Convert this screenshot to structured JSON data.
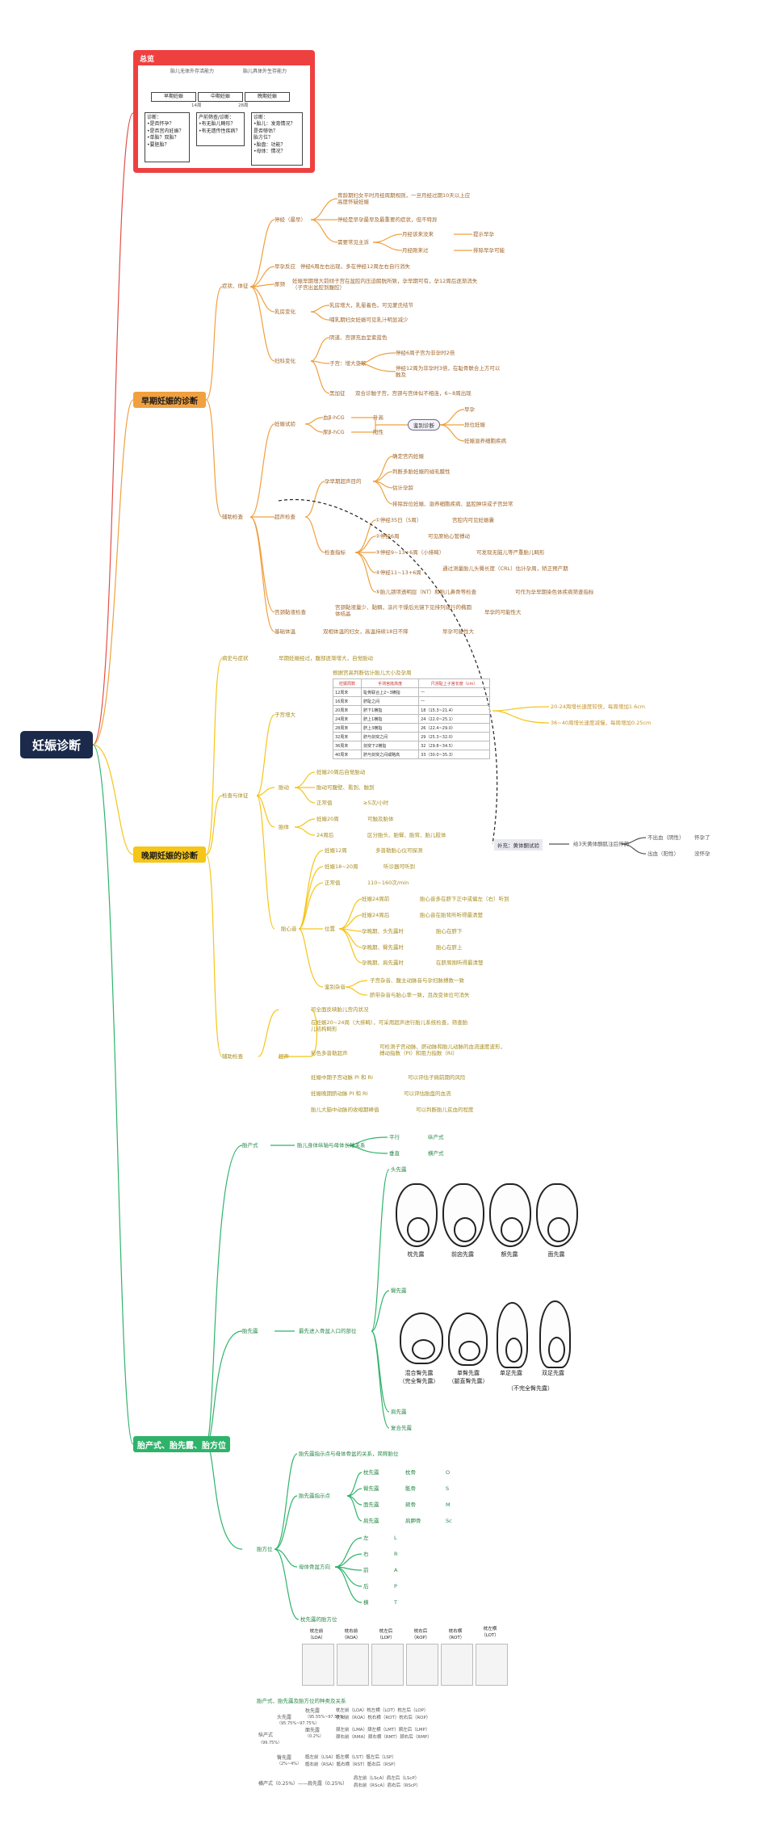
{
  "root": "妊娠诊断",
  "summary": {
    "title": "总览",
    "arrow_left": "胎儿无体外存活能力",
    "arrow_right": "胎儿具体外生存能力",
    "periods": [
      "早期妊娠",
      "中期妊娠",
      "晚期妊娠"
    ],
    "weeks": [
      "14周",
      "28周"
    ],
    "box1": [
      "诊断：",
      "•是否怀孕？",
      "•是否宫内妊娠？",
      "•单胎？双胎？",
      "•要胚胎？"
    ],
    "box2": [
      "产前筛查/诊断：",
      "•有无胎儿畸形？",
      "•有无遗传性疾病？"
    ],
    "box3": [
      "诊断：",
      "•胎儿：发育情况？",
      "  是否够估？",
      "  胎方位？",
      "•胎盘：功能？",
      "•母体：情况？"
    ]
  },
  "branches": {
    "early": "早期妊娠的诊断",
    "late": "晚期妊娠的诊断",
    "position": "胎产式、胎先露、胎方位"
  },
  "early": {
    "symptoms": "症状、体征",
    "amen": "停经（最早）",
    "amen_items": [
      "育龄期妇女平时月经周期规则，一旦月经过期10天以上应高度怀疑妊娠",
      "停经是早孕最早及最重要的症状，但不特异",
      "需要常见主诉"
    ],
    "amen_sub": [
      "月经该来没来",
      "月经刚来过"
    ],
    "amen_sub2": [
      "提示早孕",
      "排除早孕可能"
    ],
    "nausea": "早孕反应",
    "nausea_d": "停经6周左右出现，多在停经12周左右自行消失",
    "urine": "尿频",
    "urine_d": "妊娠早期增大前倾子宫在盆腔内压迫膀胱所致，孕早期可有，孕12周后逐渐消失（子宫出盆腔到腹腔）",
    "breast": "乳房变化",
    "breast_d": [
      "乳房增大，乳晕着色，可见蒙氏结节",
      "哺乳期妇女妊娠可见乳汁明显减少"
    ],
    "gyn": "妇科变化",
    "gyn_items": [
      "阴道、宫颈充血呈紫蓝色",
      "子宫：增大变软",
      "黑加征"
    ],
    "uterus_sub": [
      "停经6周子宫为非孕时2倍",
      "停经12周为非孕时3倍，在耻骨联合上方可以触及"
    ],
    "hegar": "双合诊触子宫，宫颈与宫体似不相连，6~8周出现",
    "aux": "辅助检查",
    "preg_test": "妊娠试验",
    "hcg": [
      "血β-hCG",
      "尿β-hCG"
    ],
    "hcg_res": [
      "升高",
      "阳性"
    ],
    "diff": "鉴别诊断",
    "diff_items": [
      "早孕",
      "异位妊娠",
      "妊娠滋养细胞疾病"
    ],
    "us": "超声检查",
    "us_purpose": "孕早期超声目的",
    "us_purpose_items": [
      "确定宫内妊娠",
      "判断多胎妊娠的绒毛膜性",
      "估计孕龄",
      "排除异位妊娠、滋养细胞疾病、盆腔肿块或子宫异常"
    ],
    "us_sign": "检查指标",
    "us_sign_items": [
      "①停经35日（5周）",
      "②停经6周",
      "③停经9~13+6周（小排畸）",
      "④停经11~13+6周",
      "⑤胎儿颈项透明层（NT）和胎儿鼻骨等检查"
    ],
    "us_sign_res": [
      "宫腔内可见妊娠囊",
      "可见原始心管搏动",
      "可发现无脑儿等严重胎儿畸形",
      "通过测量胎儿头臀长度（CRL）估计孕周，矫正预产期",
      "可作为孕早期染色体疾病筛查指标"
    ],
    "cervical": "宫颈黏液检查",
    "cervical_d": "宫颈黏液量少、黏稠，涂片干燥后光镜下见排列成行的椭圆体结晶",
    "cervical_r": "早孕的可能性大",
    "bbt": "基础体温",
    "bbt_d": "双相体温的妇女，高温持续18日不降",
    "bbt_r": "早孕可能性大"
  },
  "late": {
    "history": "病史与症状",
    "history_d": "早期妊娠经过，腹部逐渐增大，自觉胎动",
    "exam": "检查与体征",
    "fundus": "子宫增大",
    "fundus_cap": "根据宫高判断估计胎儿大小及孕周",
    "tbl_head": [
      "妊娠周数",
      "手测宫底高度",
      "尺测耻上子宫长度（cm）"
    ],
    "tbl_rows": [
      [
        "12周末",
        "耻骨联合上2~3横指",
        "—"
      ],
      [
        "16周末",
        "脐耻之间",
        "—"
      ],
      [
        "20周末",
        "脐下1横指",
        "18（15.3~21.4）"
      ],
      [
        "24周末",
        "脐上1横指",
        "24（22.0~25.1）"
      ],
      [
        "28周末",
        "脐上3横指",
        "26（22.4~29.0）"
      ],
      [
        "32周末",
        "脐与剑突之间",
        "29（25.3~32.0）"
      ],
      [
        "36周末",
        "剑突下2横指",
        "32（29.8~34.5）"
      ],
      [
        "40周末",
        "脐与剑突之间或略高",
        "33（30.0~35.3）"
      ]
    ],
    "fundus_r": [
      "20-24周增长速度较快，每周增加1.6cm",
      "36~40周增长速度减慢，每周增加0.25cm"
    ],
    "fm": "胎动",
    "fm_items": [
      "妊娠20周后自觉胎动",
      "胎动可腹壁、看到、触到",
      "正常值"
    ],
    "fm_val": "≥5次/小时",
    "body": "胎体",
    "body_items": [
      "妊娠20周",
      "24周后"
    ],
    "body_res": [
      "可触及胎体",
      "区分胎头、胎臀、胎背、胎儿肢体"
    ],
    "fhr": "胎心音",
    "fhr_items": [
      "妊娠12周",
      "妊娠18~20周",
      "正常值",
      "位置",
      "鉴别杂音"
    ],
    "fhr_res": [
      "多普勒胎心仪可探测",
      "听诊器可听到",
      "110~160次/min"
    ],
    "loc_items": [
      "妊娠24周前",
      "妊娠24周后",
      "孕晚期、头先露时",
      "孕晚期、臀先露时",
      "孕晚期、肩先露时"
    ],
    "loc_res": [
      "胎心音多在脐下正中或偏左（右）听到",
      "胎心音在胎背所听得最清楚",
      "胎心在脐下",
      "胎心在脐上",
      "在脐周围听得最清楚"
    ],
    "noise": [
      "子宫杂音、腹主动脉音与孕妇脉搏数一致",
      "脐带杂音与胎心率一致，且改变体位可消失"
    ],
    "aux": "辅助检查",
    "us": "超声",
    "us_items": [
      "可全面反映胎儿宫内状况",
      "在妊娠20~24周（大排畸），可采用超声进行胎儿系统检查，筛查胎儿结构畸形",
      "彩色多普勒超声",
      "妊娠中期子宫动脉 PI 和 RI",
      "妊娠晚期脐动脉 PI 和 RI",
      "胎儿大脑中动脉的收缩期峰值"
    ],
    "doppler": "可检测子宫动脉、脐动脉和胎儿动脉的血流速度波形，搏动指数（PI）和阻力指数（RI）",
    "doppler_r": [
      "可以评估子痫前期的风险",
      "可以评估胎盘的血流",
      "可以判断胎儿贫血的程度"
    ]
  },
  "corpus": {
    "label": "补充：黄体酮试验",
    "d": "给3天黄体酮肌注后停药",
    "yes": "不出血（阴性）",
    "yes_r": "怀孕了",
    "no": "出血（阳性）",
    "no_r": "没怀孕"
  },
  "pos": {
    "lie": "胎产式",
    "lie_d": "胎儿身体纵轴与母体长轴关系",
    "lie_items": [
      "平行",
      "垂直"
    ],
    "lie_res": [
      "纵产式",
      "横产式"
    ],
    "present": "胎先露",
    "present_d": "最先进入骨盆入口的部位",
    "vertex": "头先露",
    "vertex_caps": [
      "枕先露",
      "前囟先露",
      "额先露",
      "面先露"
    ],
    "breech": "臀先露",
    "breech_caps": [
      "混合臀先露\n（完全臀先露）",
      "单臀先露\n（腿直臀先露）",
      "单足先露",
      "双足先露"
    ],
    "breech_note": "（不完全臀先露）",
    "shoulder": "肩先露",
    "compound": "复合先露",
    "position": "胎方位",
    "pos_def": "胎先露指示点与母体骨盆的关系，简称胎位",
    "point": "胎先露指示点",
    "point_items": [
      "枕先露",
      "臀先露",
      "面先露",
      "肩先露"
    ],
    "point_bones": [
      "枕骨",
      "骶骨",
      "颏骨",
      "肩胛骨"
    ],
    "point_codes": [
      "O",
      "S",
      "M",
      "Sc"
    ],
    "pelvis": "母体骨盆方向",
    "pelvis_items": [
      "左",
      "右",
      "前",
      "后",
      "横"
    ],
    "pelvis_codes": [
      "L",
      "R",
      "A",
      "P",
      "T"
    ],
    "occ_title": "枕先露的胎方位",
    "occ_caps": [
      "枕左前\n（LOA）",
      "枕右前\n（ROA）",
      "枕左后\n（LOP）",
      "枕右后\n（ROP）",
      "枕右横\n（ROT）",
      "枕左横\n（LOT）"
    ],
    "rel_title": "胎产式、胎先露及胎方位的种类及关系",
    "longi": "纵产式",
    "longi_pct": "（99.75%）",
    "head": "头先露",
    "head_pct": "（95.75%~97.75%）",
    "occ": "枕先露",
    "occ_pct": "（95.55%~97.55%）",
    "occ_list": [
      "枕左前（LOA）枕左横（LOT）枕左后（LOP）",
      "枕右前（ROA）枕右横（ROT）枕右后（ROP）"
    ],
    "face": "面先露",
    "face_pct": "（0.2%）",
    "face_list": [
      "颏左前（LMA）颏左横（LMT）颏左后（LMP）",
      "颏右前（RMA）颏右横（RMT）颏右后（RMP）"
    ],
    "brch": "臀先露",
    "brch_pct": "（2%~4%）",
    "brch_list": [
      "骶左前（LSA）骶左横（LST）骶左后（LSP）",
      "骶右前（RSA）骶右横（RST）骶右后（RSP）"
    ],
    "trans": "横产式（0.25%）——肩先露（0.25%）",
    "trans_list": [
      "肩左前（LScA）肩左后（LScP）",
      "肩右前（RScA）肩右后（RScP）"
    ]
  },
  "colors": {
    "early": "#f0a040",
    "late": "#f5c518",
    "position": "#2fb36b",
    "root": "#1b2a4a",
    "summary": "#ef4040"
  }
}
